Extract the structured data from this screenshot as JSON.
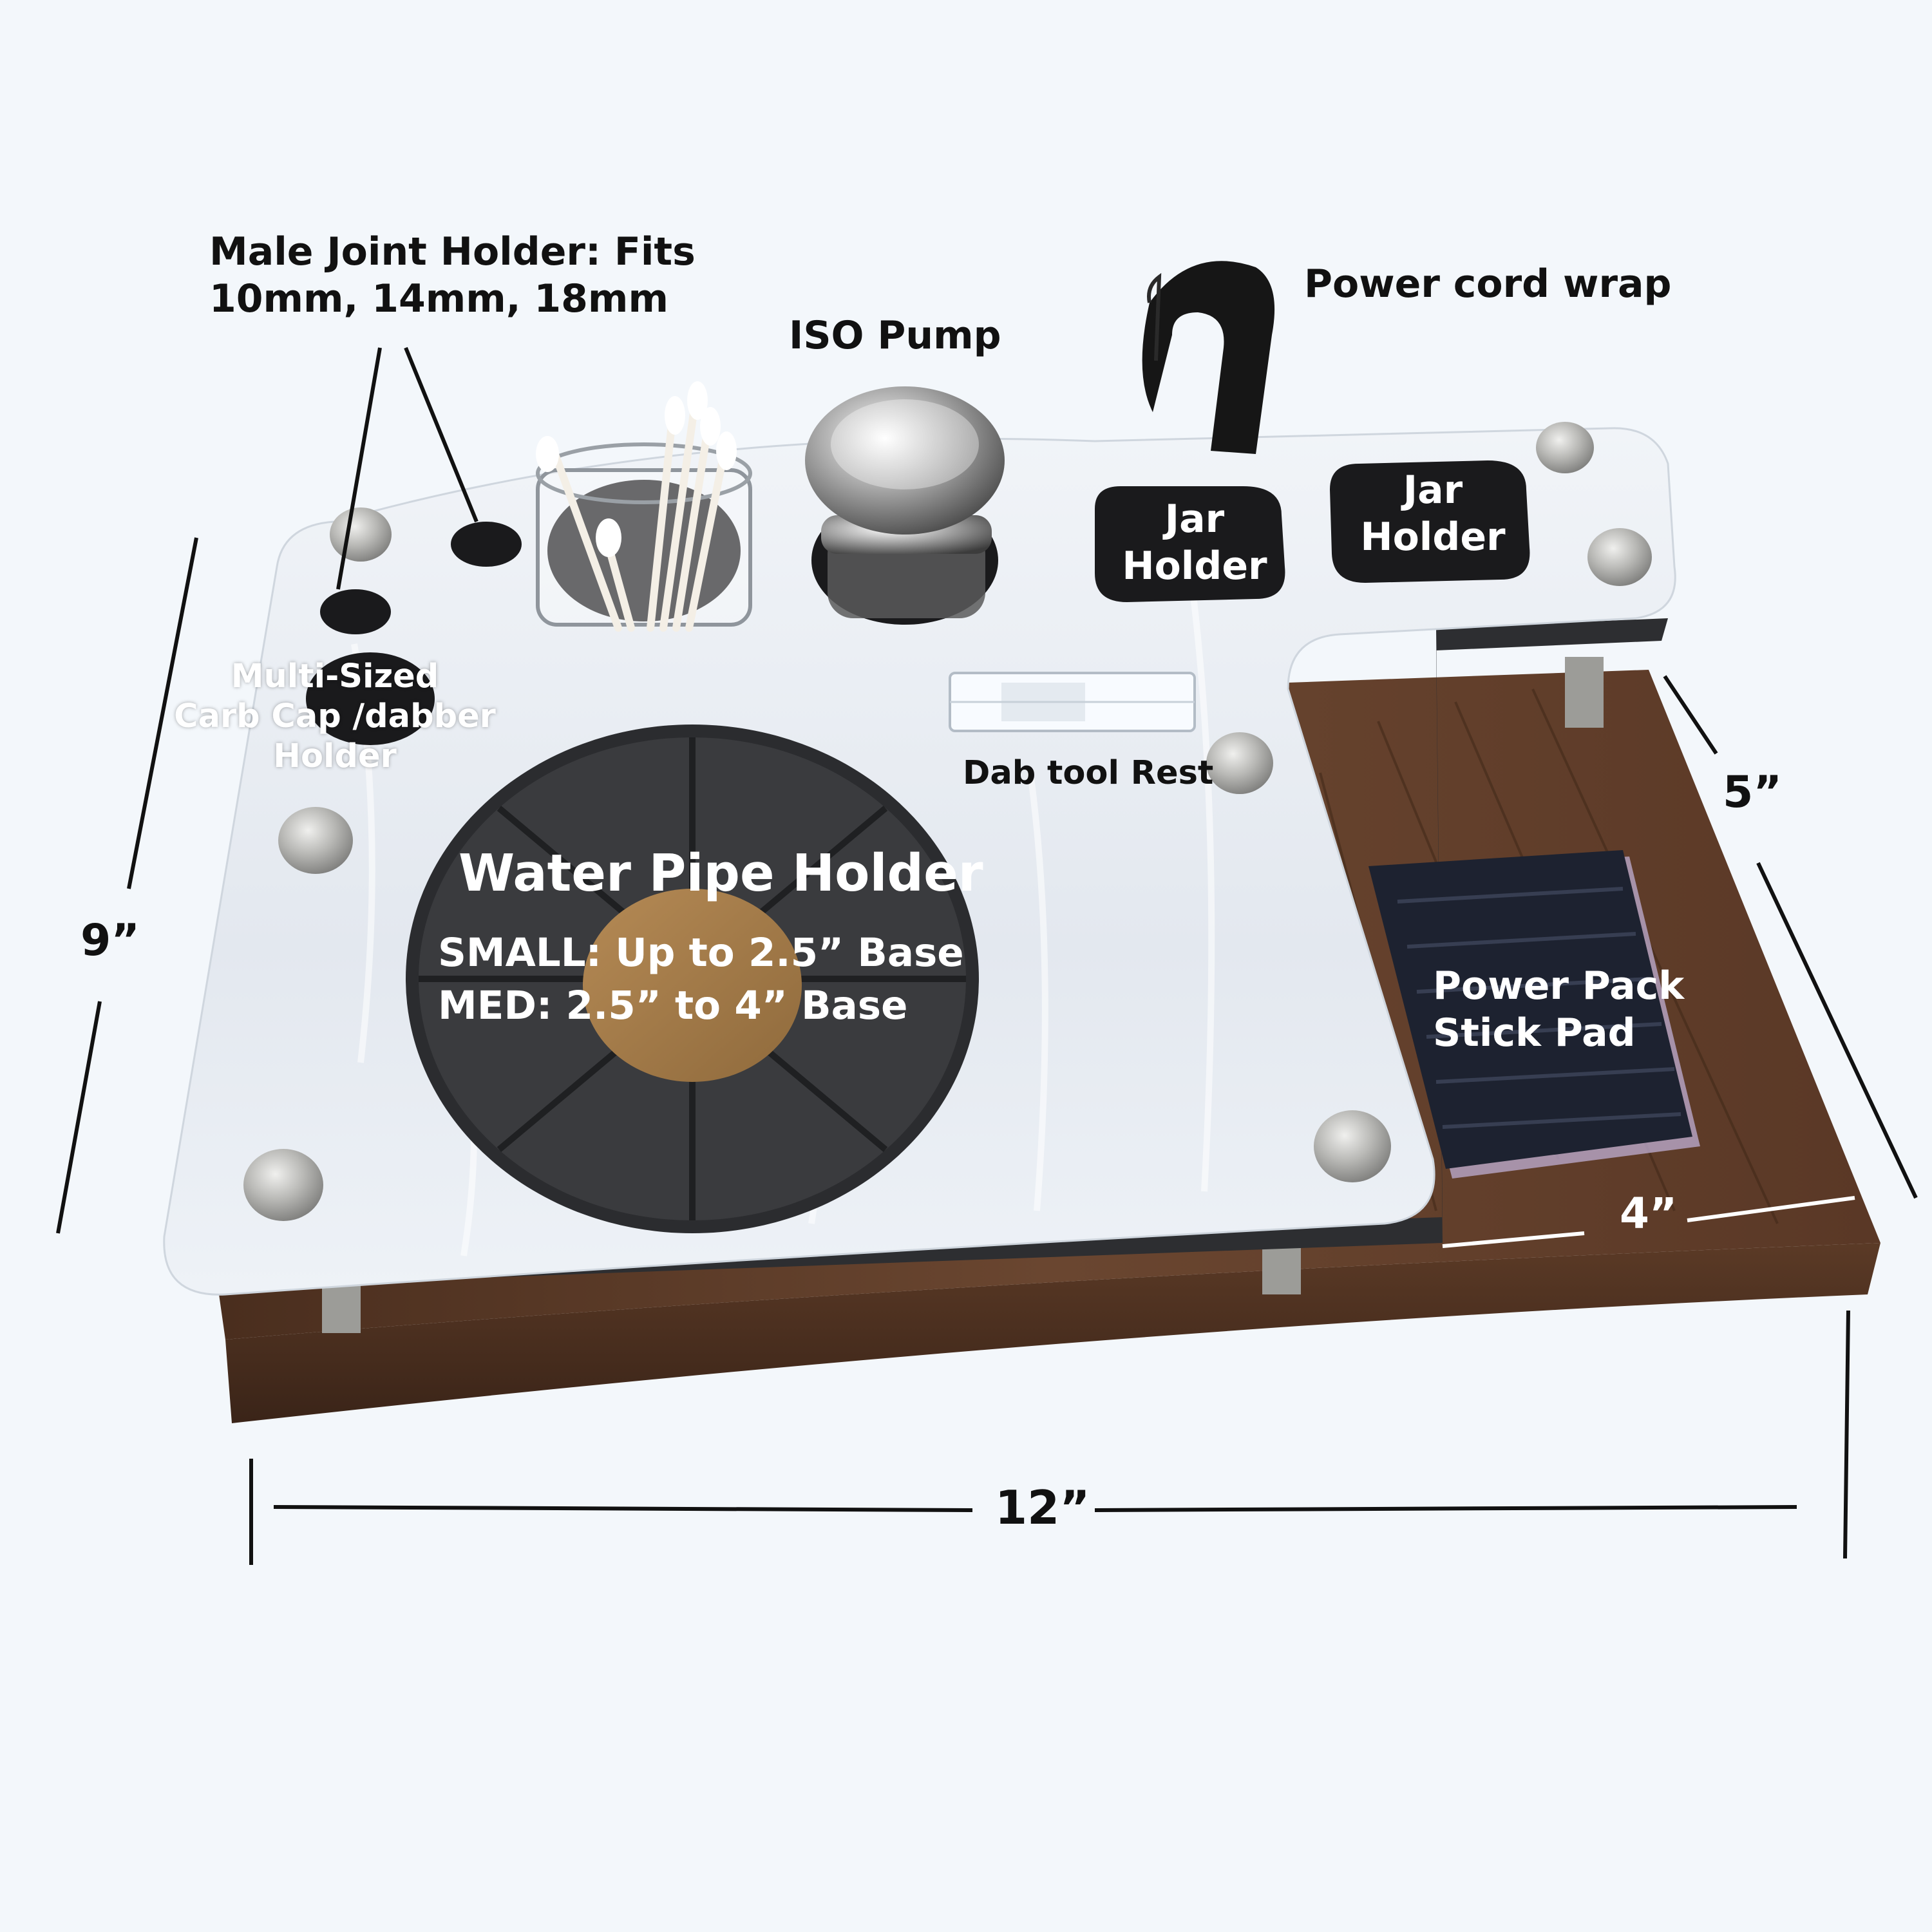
{
  "callouts": {
    "male_joint_holder": {
      "line1": "Male Joint Holder: Fits",
      "line2": "10mm, 14mm, 18mm"
    },
    "iso_pump": "ISO Pump",
    "power_cord_wrap": "Power cord wrap",
    "jar_holder_1": {
      "line1": "Jar",
      "line2": "Holder"
    },
    "jar_holder_2": {
      "line1": "Jar",
      "line2": "Holder"
    },
    "carb_cap_holder": {
      "line1": "Multi-Sized",
      "line2": "Carb Cap /dabber",
      "line3": "Holder"
    },
    "dab_tool_rest": "Dab tool Rest",
    "water_pipe_holder": {
      "title": "Water Pipe Holder",
      "small": "SMALL: Up to 2.5” Base",
      "med": "MED: 2.5” to 4” Base"
    },
    "power_pack_pad": {
      "line1": "Power Pack",
      "line2": "Stick Pad"
    }
  },
  "dimensions": {
    "height": "9”",
    "width": "12”",
    "depth": "5”",
    "pad_width": "4”"
  },
  "colors": {
    "background": "#f3f7fb",
    "acrylic_top": "#e7ecf2",
    "walnut_base": "#5a3a26",
    "hole": "#1a1a1c",
    "pipe_insert": "#3a3b3e",
    "cork": "#a57c4a",
    "steel": "#b7b7b4",
    "text_dark": "#111111",
    "text_light": "#ffffff"
  }
}
